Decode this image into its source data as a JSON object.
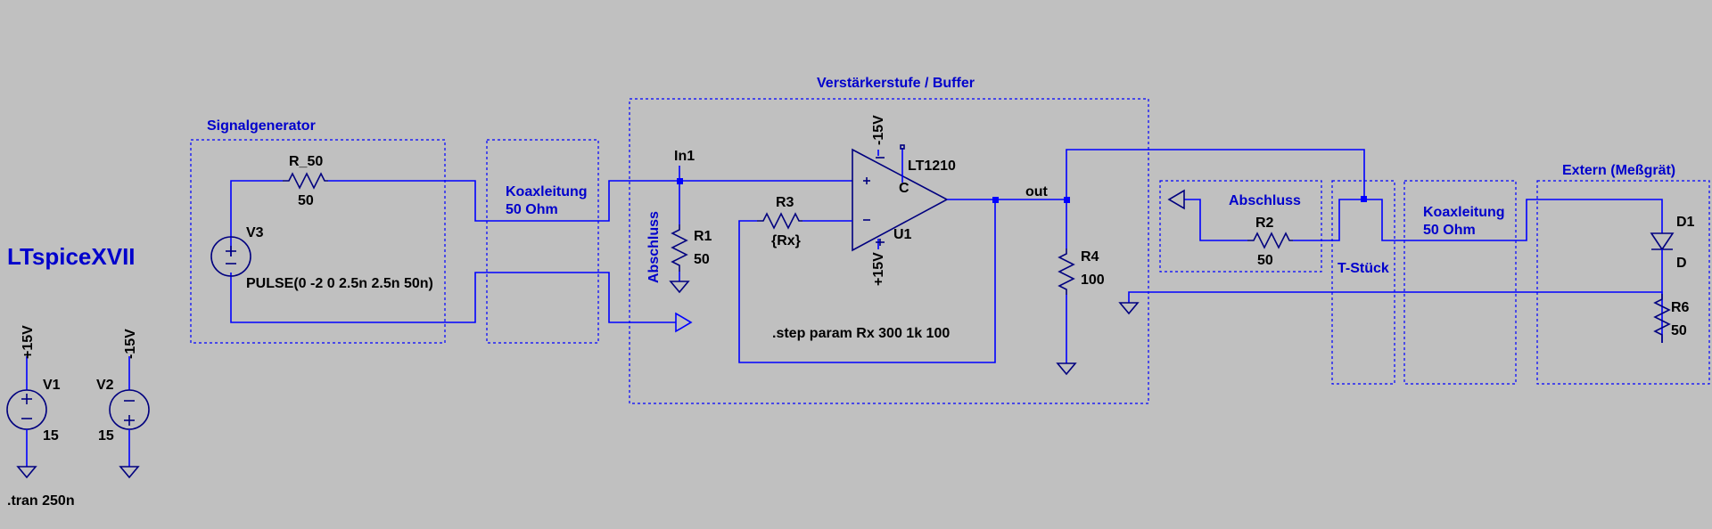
{
  "app_label": "LTspiceXVII",
  "regions": {
    "signalgenerator": "Signalgenerator",
    "koax1": "Koaxleitung\n50 Ohm",
    "buffer": "Verstärkerstufe / Buffer",
    "abschluss_vertical": "Abschluss",
    "abschluss_box": "Abschluss",
    "tstueck": "T-Stück",
    "koax2": "Koaxleitung\n50 Ohm",
    "extern": "Extern (Meßgrät)"
  },
  "components": {
    "r50": {
      "name": "R_50",
      "value": "50"
    },
    "v3": {
      "name": "V3",
      "value": "PULSE(0 -2 0 2.5n 2.5n 50n)"
    },
    "v1": {
      "name": "V1",
      "value": "15",
      "net": "+15V"
    },
    "v2": {
      "name": "V2",
      "value": "15",
      "net": "-15V"
    },
    "r1": {
      "name": "R1",
      "value": "50"
    },
    "r3": {
      "name": "R3",
      "value": "{Rx}"
    },
    "u1": {
      "name": "U1",
      "model": "LT1210",
      "vpos": "-15V",
      "vneg": "+15V",
      "pin_c": "C"
    },
    "r4": {
      "name": "R4",
      "value": "100"
    },
    "r2": {
      "name": "R2",
      "value": "50"
    },
    "d1": {
      "name": "D1",
      "value": "D"
    },
    "r6": {
      "name": "R6",
      "value": "50"
    }
  },
  "net_labels": {
    "in1": "In1",
    "out": "out"
  },
  "directives": {
    "step": ".step param Rx 300 1k 100",
    "tran": ".tran 250n"
  },
  "colors": {
    "background": "#c0c0c0",
    "wire": "#0000ff",
    "label": "#0000cc",
    "text": "#000000"
  }
}
